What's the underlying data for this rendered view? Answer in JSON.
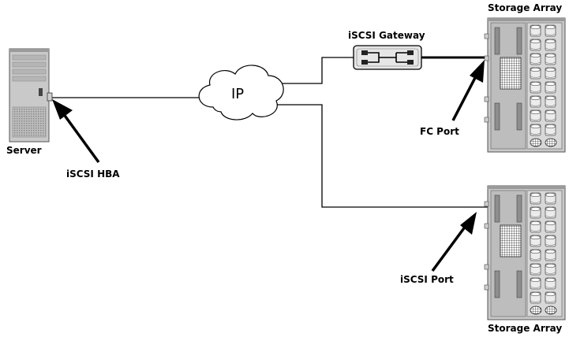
{
  "labels": {
    "server": "Server",
    "iscsi_hba": "iSCSI HBA",
    "ip_cloud": "IP",
    "iscsi_gateway": "iSCSI Gateway",
    "storage_array_top": "Storage Array",
    "fc_port": "FC Port",
    "iscsi_port": "iSCSI Port",
    "storage_array_bottom": "Storage Array"
  },
  "colors": {
    "device_body": "#c9c9c9",
    "device_dark": "#8e8e8e",
    "line": "#000000",
    "gateway_fill": "#e6e6e6"
  },
  "icons": [
    "server-icon",
    "cloud-icon",
    "gateway-icon",
    "storage-array-icon",
    "arrow-icon"
  ]
}
